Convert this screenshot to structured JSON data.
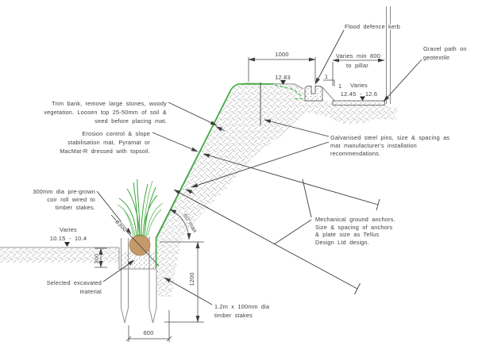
{
  "drawing": {
    "annotations": {
      "trim_bank": {
        "lines": [
          "Trim bank, remove large stones, woody",
          "vegetation. Loosen top 25-50mm of soil &",
          "seed before placing mat."
        ]
      },
      "erosion_mat": {
        "lines": [
          "Erosion control & slope",
          "stabilisation mat, Pyramat or",
          "MacMat-R dressed with topsoil."
        ]
      },
      "coir_roll": {
        "lines": [
          "300mm dia pre-grown",
          "coir roll wired to",
          "timber stakes."
        ]
      },
      "bank_level": {
        "lines": [
          "Varies",
          "10.15 - 10.4"
        ]
      },
      "excavated": {
        "lines": [
          "Selected excavated",
          "material"
        ]
      },
      "flood_kerb": {
        "text": "Flood defence kerb"
      },
      "pillar_offset": {
        "lines": [
          "Varies min 800",
          "to pillar"
        ]
      },
      "gravel_path": {
        "lines": [
          "Gravel path on",
          "geotextile"
        ]
      },
      "steel_pins": {
        "lines": [
          "Galvanised steel pins, size & spacing as",
          "mat manufacturer's installation",
          "recommendations."
        ]
      },
      "ground_anchors": {
        "lines": [
          "Mechanical ground anchors.",
          "Size & spacing of anchors",
          "& plate size as Tellus",
          "Design Ltd design."
        ]
      },
      "timber_stakes": {
        "lines": [
          "1.2m x 100mm dia",
          "timber stakes"
        ]
      },
      "path_level": {
        "lines": [
          "Varies",
          "12.45 - 12.6"
        ]
      }
    },
    "dimensions": {
      "berm_width": "1000",
      "berm_level": "12.83",
      "trench_depth": "300",
      "stake_length": "1200",
      "trench_width": "600",
      "roll_diameter": "ø300",
      "max_slope": "60°max",
      "slope_ratio": [
        "1",
        "1"
      ]
    },
    "colors": {
      "mat_green": "#34b134",
      "grass_green": "#3aa63a",
      "coir_brown": "#c59a6a",
      "hatch_gray": "#c8c8c8",
      "line_dark": "#3f3f3f",
      "ground_gray": "#8f8f8f"
    }
  }
}
